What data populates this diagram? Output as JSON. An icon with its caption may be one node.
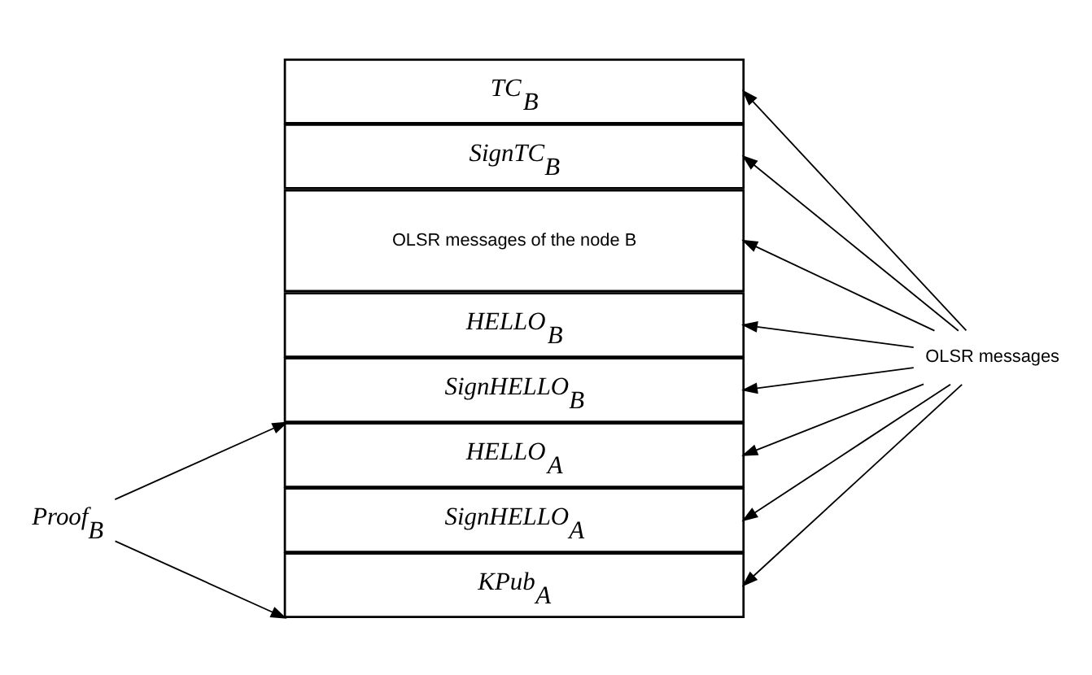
{
  "diagram": {
    "nodes": [
      {
        "text": [
          "TC$_{B}$"
        ]
      },
      {
        "text": [
          "SignTC$_{B}$"
        ]
      },
      {
        "text": [
          "OLSR messages of the node B"
        ]
      },
      {
        "text": [
          "HELLO$_{B}$"
        ]
      },
      {
        "text": [
          "SignHELLO$_{B}$"
        ]
      },
      {
        "text": [
          "HELLO$_{A}$"
        ]
      },
      {
        "text": [
          "SignHELLO$_{A}$"
        ]
      },
      {
        "text": [
          "KPub$_{A}$"
        ]
      },
      {
        "text": [
          "OLSR messages"
        ]
      },
      {
        "text": [
          "Proof$_{B}$"
        ]
      }
    ],
    "edges": [
      {
        "from": 8,
        "to": 0,
        "arrow": "to"
      },
      {
        "from": 8,
        "to": 1,
        "arrow": "to"
      },
      {
        "from": 8,
        "to": 2,
        "arrow": "to"
      },
      {
        "from": 8,
        "to": 3,
        "arrow": "to"
      },
      {
        "from": 8,
        "to": 4,
        "arrow": "to"
      },
      {
        "from": 8,
        "to": 5,
        "arrow": "to"
      },
      {
        "from": 8,
        "to": 6,
        "arrow": "to"
      },
      {
        "from": 8,
        "to": 7,
        "arrow": "to"
      },
      {
        "from": 9,
        "to": 5,
        "arrow": "to"
      },
      {
        "from": 9,
        "to": 7,
        "arrow": "to"
      }
    ]
  }
}
